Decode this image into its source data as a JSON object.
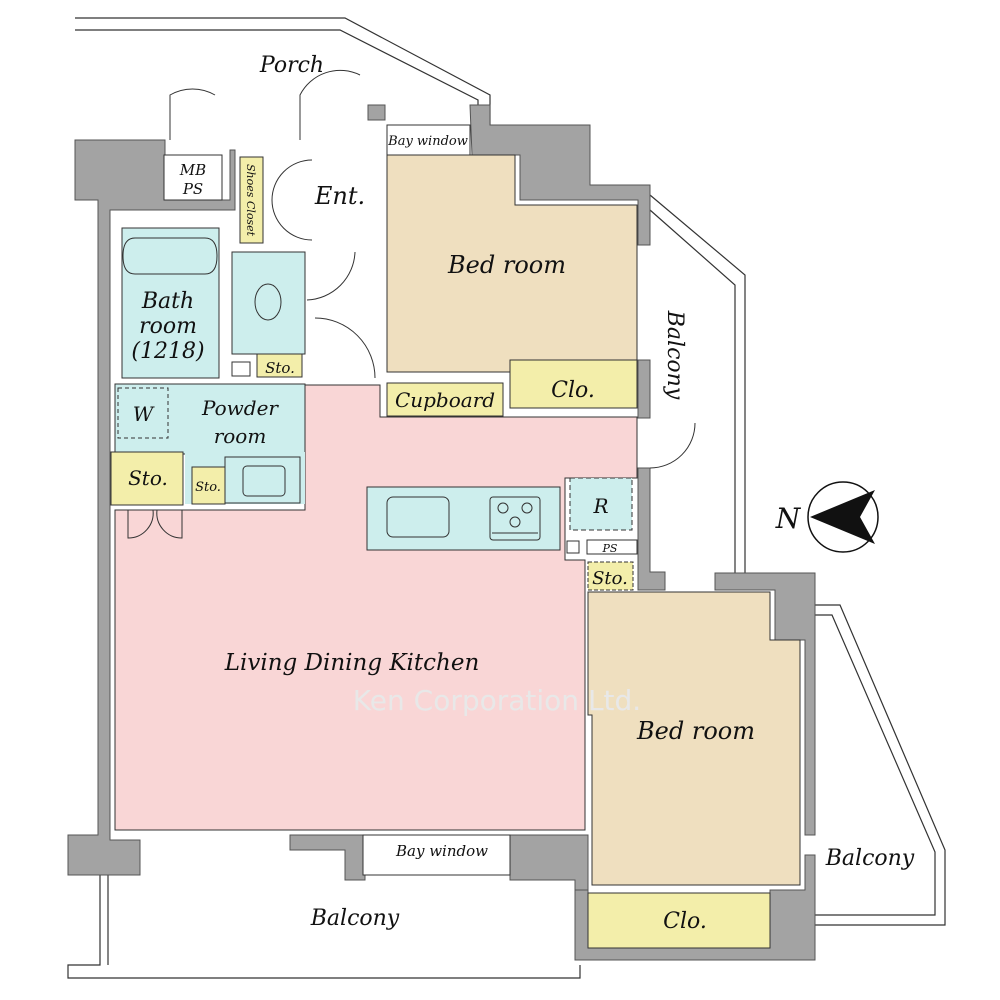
{
  "colors": {
    "wall": "#a3a3a3",
    "ldk": "#f9d6d6",
    "bedroom": "#efdfbf",
    "wet": "#cdeeed",
    "storage": "#f3eeaa"
  },
  "labels": {
    "porch": "Porch",
    "mb_ps_1": "MB",
    "mb_ps_2": "PS",
    "shoes_closet": "Shoes Closet",
    "entrance": "Ent.",
    "bay_window_top": "Bay window",
    "bedroom_1": "Bed room",
    "balcony_east": "Balcony",
    "bath_1": "Bath",
    "bath_2": "room",
    "bath_3": "(1218)",
    "toilet_sto": "Sto.",
    "cupboard": "Cupboard",
    "closet_1": "Clo.",
    "washer": "W",
    "powder_1": "Powder",
    "powder_2": "room",
    "sto_left": "Sto.",
    "sto_powder": "Sto.",
    "fridge": "R",
    "ps": "PS",
    "sto_kitchen": "Sto.",
    "ldk": "Living Dining Kitchen",
    "watermark": "Ken Corporation Ltd.",
    "bedroom_2": "Bed room",
    "bay_window_bottom": "Bay window",
    "balcony_south": "Balcony",
    "balcony_corner": "Balcony",
    "closet_2": "Clo.",
    "north": "N"
  }
}
